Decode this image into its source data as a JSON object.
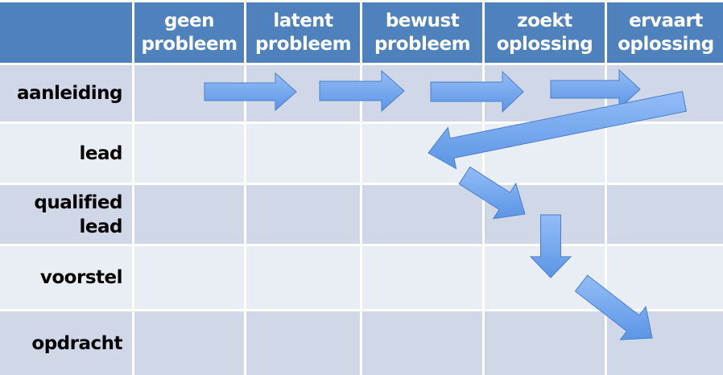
{
  "columns": [
    "geen\nprobleem",
    "latent\nprobleem",
    "bewust\nprobleem",
    "zoekt\noplossing",
    "ervaart\noplossing"
  ],
  "rows": [
    "aanleiding",
    "lead",
    "qualified\nlead",
    "voorstel",
    "opdracht"
  ],
  "colors": {
    "header": "#4f81bd",
    "row_dark": "#d0d8e8",
    "row_light": "#e9edf4",
    "arrow_fill_top": "#8db8f5",
    "arrow_fill_bottom": "#5a94e6",
    "arrow_stroke": "#4a7fc9"
  }
}
